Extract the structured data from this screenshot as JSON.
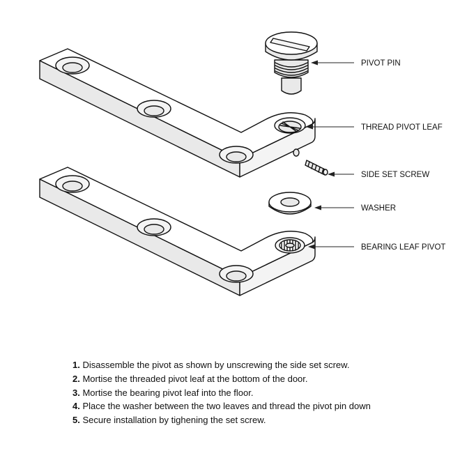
{
  "labels": {
    "pivot_pin": "PIVOT PIN",
    "thread_pivot_leaf": "THREAD PIVOT LEAF",
    "side_set_screw": "SIDE SET SCREW",
    "washer": "WASHER",
    "bearing_leaf_pivot": "BEARING LEAF PIVOT"
  },
  "steps": [
    {
      "num": "1.",
      "text": "Disassemble the pivot as shown by unscrewing the side set screw."
    },
    {
      "num": "2.",
      "text": "Mortise the threaded pivot leaf at the bottom of the door."
    },
    {
      "num": "3.",
      "text": "Mortise the bearing pivot leaf into the floor."
    },
    {
      "num": "4.",
      "text": "Place the washer between the two leaves and thread the pivot pin down"
    },
    {
      "num": "5.",
      "text": "Secure installation by tighening the set screw."
    }
  ]
}
